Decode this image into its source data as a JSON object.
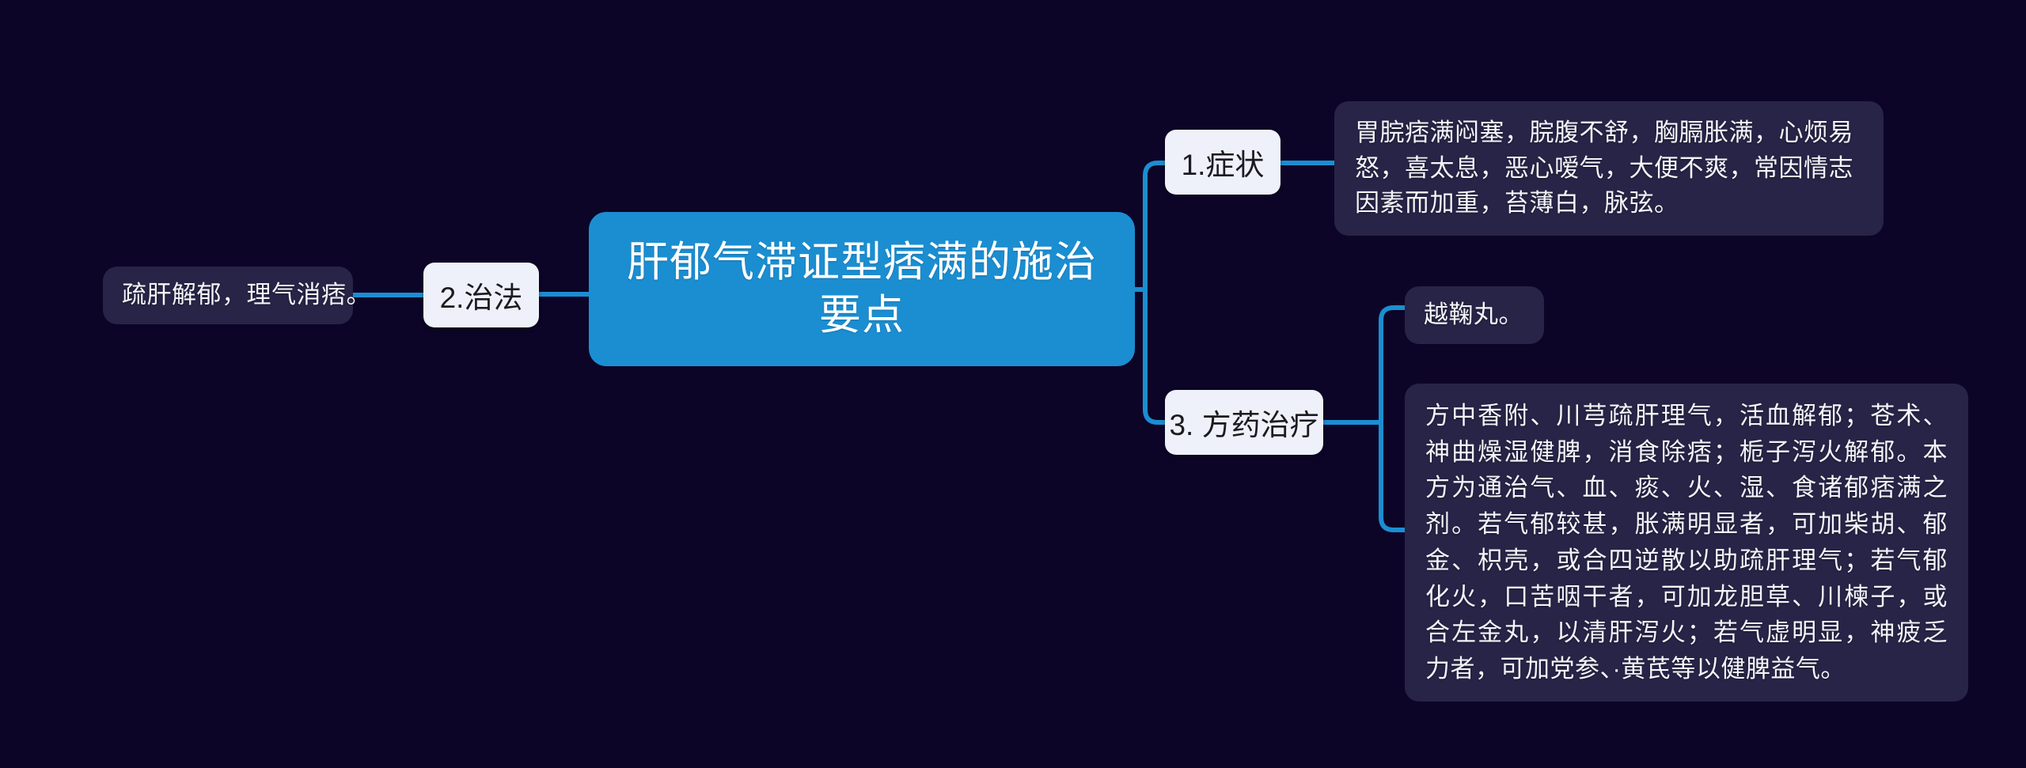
{
  "theme": {
    "background": "#0d0527",
    "accent": "#1b8ed2",
    "root_fill": "#1b8ed2",
    "root_text": "#ffffff",
    "branch_fill": "#eef1f9",
    "branch_text": "#1b1b20",
    "leaf_fill": "#272447",
    "leaf_text": "#f4f4f8",
    "connector": "#1b8ed2"
  },
  "mindmap": {
    "root": {
      "label": "肝郁气滞证型痞满的施治要点"
    },
    "branches": [
      {
        "label": "1.症状",
        "leaves": [
          "胃脘痞满闷塞，脘腹不舒，胸膈胀满，心烦易怒，喜太息，恶心嗳气，大便不爽，常因情志因素而加重，苔薄白，脉弦。"
        ]
      },
      {
        "label": "2.治法",
        "leaves": [
          "疏肝解郁，理气消痞。"
        ]
      },
      {
        "label": "3. 方药治疗",
        "leaves": [
          "越鞠丸。",
          "方中香附、川芎疏肝理气，活血解郁；苍术、神曲燥湿健脾，消食除痞；栀子泻火解郁。本方为通治气、血、痰、火、湿、食诸郁痞满之剂。若气郁较甚，胀满明显者，可加柴胡、郁金、枳壳，或合四逆散以助疏肝理气；若气郁化火，口苦咽干者，可加龙胆草、川楝子，或合左金丸，以清肝泻火；若气虚明显，神疲乏力者，可加党参、·黄芪等以健脾益气。"
        ]
      }
    ]
  }
}
